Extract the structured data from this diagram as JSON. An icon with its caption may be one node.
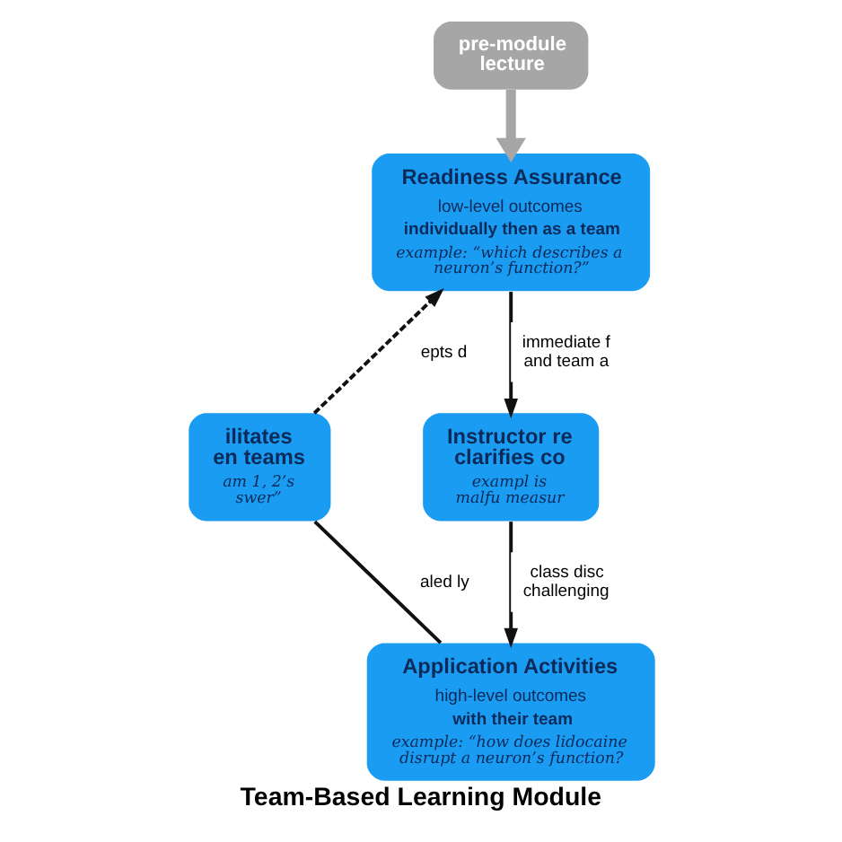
{
  "diagram": {
    "title": "Team-Based Learning Module",
    "nodes": [
      {
        "text": [
          "pre-module lecture"
        ]
      },
      {
        "text": [
          "Readiness Assurance",
          "low-level outcomes",
          "individually then as a team",
          "example: “which describes a neuron’s function?”"
        ]
      },
      {
        "text": [
          "Instructor re clarifies co",
          "exampl is malfu measur"
        ]
      },
      {
        "text": [
          "Application Activities",
          "high-level outcomes",
          "with their team",
          "example: “how does lidocaine disrupt a neuron’s function?"
        ]
      },
      {
        "text": [
          "ilitates en teams",
          "am 1, 2’s swer”"
        ]
      }
    ],
    "edges": [
      {
        "from": 0,
        "to": 1,
        "arrow": "to",
        "style": "thick",
        "color": "#a6a6a6"
      },
      {
        "from": 4,
        "to": 1,
        "arrow": "to",
        "style": "dashed",
        "label": "epts d"
      },
      {
        "from": 1,
        "to": 2,
        "arrow": "to",
        "label": "immediate f and team a"
      },
      {
        "from": 2,
        "to": 3,
        "arrow": "to",
        "label": "class disc challenging"
      },
      {
        "from": 3,
        "to": 4,
        "arrow": "none",
        "label": "aled ly"
      }
    ]
  }
}
